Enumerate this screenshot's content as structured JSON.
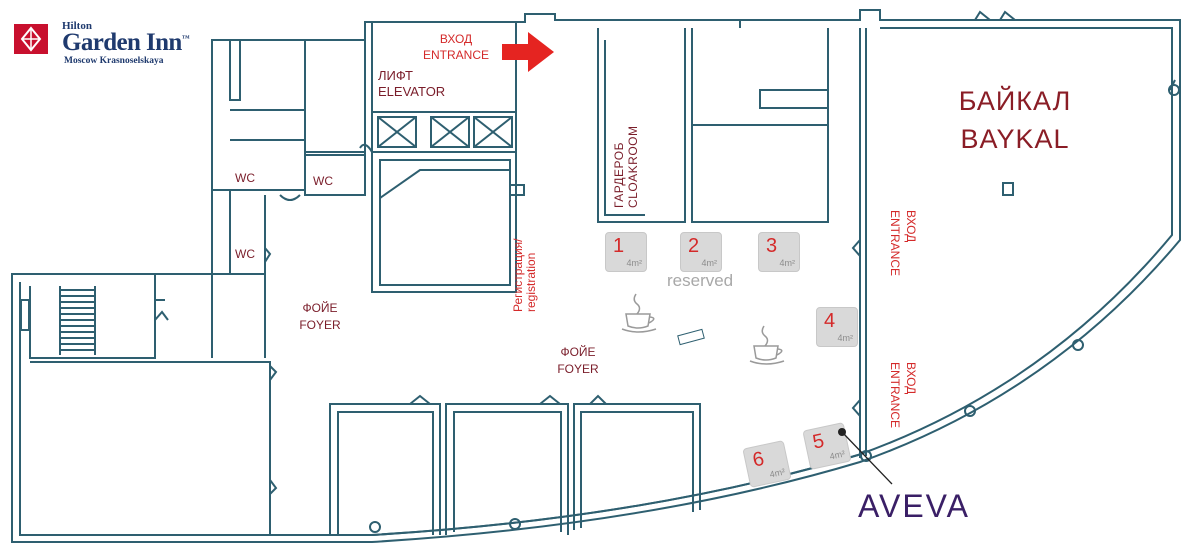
{
  "logo": {
    "brand_small": "Hilton",
    "brand_main": "Garden Inn",
    "brand_tm": "™",
    "location": "Moscow Krasnoselskaya"
  },
  "labels": {
    "entrance_top_ru": "ВХОД",
    "entrance_top_en": "ENTRANCE",
    "elevator_ru": "ЛИФТ",
    "elevator_en": "ELEVATOR",
    "wc_1": "WC",
    "wc_2": "WC",
    "wc_3": "WC",
    "registration": "Регистрация/ registration",
    "cloakroom": "ГАРДЕРОБ CLOAKROOM",
    "foyer_1_ru": "ФОЙЕ",
    "foyer_1_en": "FOYER",
    "foyer_2_ru": "ФОЙЕ",
    "foyer_2_en": "FOYER",
    "hall_ru": "БАЙКАЛ",
    "hall_en": "BAYKAL",
    "side_entrance_1": "ВХОД ENTRANCE",
    "side_entrance_2": "ВХОД ENTRANCE",
    "reserved": "reserved"
  },
  "booths": [
    {
      "number": "1",
      "area": "4m²"
    },
    {
      "number": "2",
      "area": "4m²"
    },
    {
      "number": "3",
      "area": "4m²"
    },
    {
      "number": "4",
      "area": "4m²"
    },
    {
      "number": "5",
      "area": "4m²"
    },
    {
      "number": "6",
      "area": "4m²"
    }
  ],
  "exhibitor": "AVEVA",
  "colors": {
    "wall": "#2e5f70",
    "room_label": "#7a1d2a",
    "entrance_label": "#d42a2a",
    "arrow": "#e52421",
    "booth_fill": "#d9d9d9",
    "brand_blue": "#1f3a6e",
    "aveva_purple": "#3a1f66"
  },
  "icons": [
    "coffee-cup-icon",
    "coffee-cup-icon",
    "entrance-arrow-icon",
    "hilton-logo-mark"
  ]
}
